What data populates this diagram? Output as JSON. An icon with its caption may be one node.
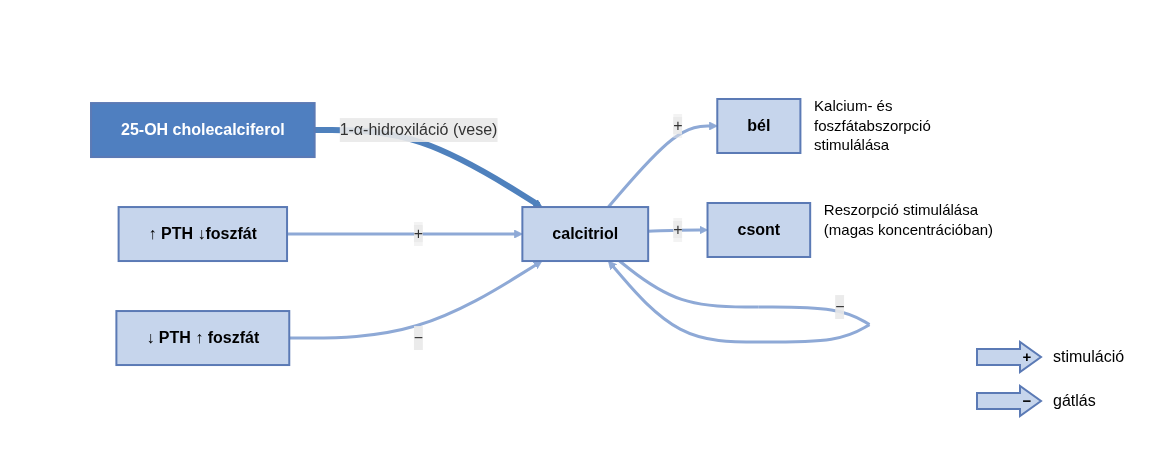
{
  "diagram": {
    "nodes": [
      {
        "text": [
          "↑ PTH ↓foszfát"
        ]
      },
      {
        "text": [
          "↓ PTH ↑ foszfát"
        ]
      },
      {
        "text": [
          "25-OH cholecalciferol"
        ]
      },
      {
        "text": [
          "calcitriol"
        ]
      },
      {
        "text": [
          "bél"
        ],
        "beside": [
          "Kalcium- és foszfátabszorpció stimulálása"
        ]
      },
      {
        "text": [
          "csont"
        ],
        "beside": [
          "Reszorpció stimulálása (magas koncentrációban)"
        ]
      }
    ],
    "edges": [
      {
        "from": 2,
        "to": 3,
        "arrow": "to",
        "label": "1-α-hidroxiláció (vese)",
        "style": "thick",
        "color": "#4f81bd"
      },
      {
        "from": 0,
        "to": 3,
        "arrow": "to",
        "label": "+"
      },
      {
        "from": 1,
        "to": 3,
        "arrow": "to",
        "label": "−"
      },
      {
        "from": 3,
        "to": 3,
        "arrow": "to",
        "label": "−"
      },
      {
        "from": 3,
        "to": 4,
        "arrow": "to",
        "label": "+"
      },
      {
        "from": 3,
        "to": 5,
        "arrow": "to",
        "label": "+"
      }
    ],
    "labels": [
      "+",
      "−"
    ],
    "legend": [
      {
        "text": "stimuláció"
      },
      {
        "text": "gátlás"
      }
    ]
  }
}
